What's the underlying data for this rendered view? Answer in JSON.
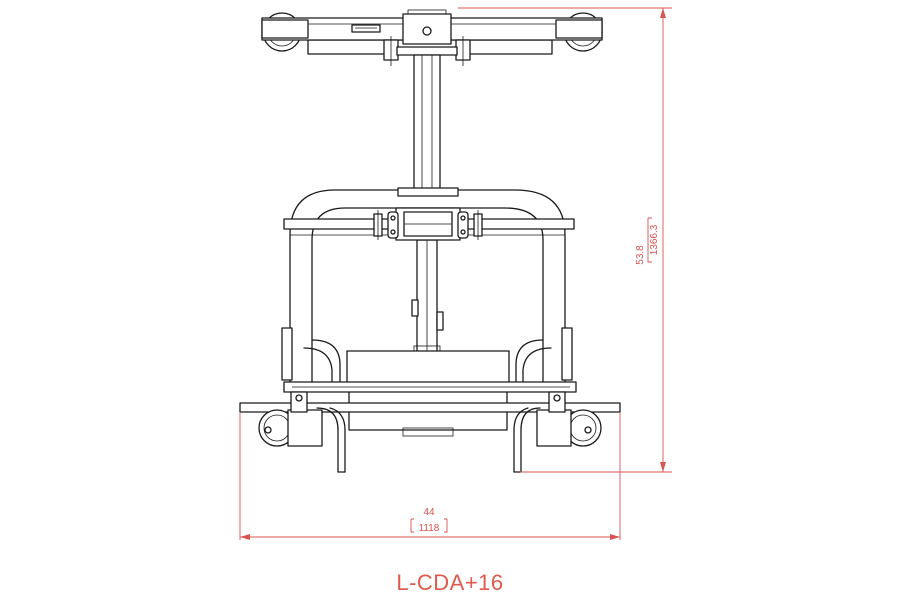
{
  "model_code": "L-CDA+16",
  "dimensions": {
    "height": {
      "inches": "53.8",
      "mm": "1366.3"
    },
    "width": {
      "inches": "44",
      "mm": "1118"
    }
  },
  "colors": {
    "linework": "#1a1a1a",
    "dimension": "#d9534f",
    "title": "#e05a4e"
  }
}
